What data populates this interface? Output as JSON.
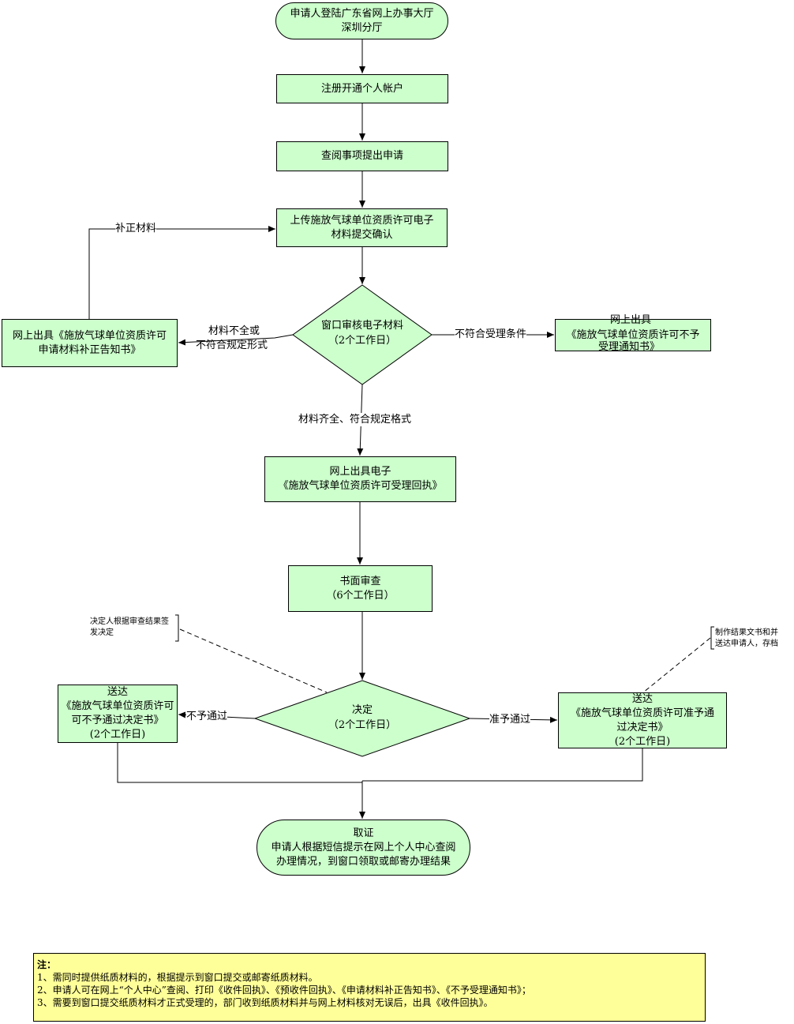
{
  "nodes": {
    "start": [
      "申请人登陆广东省网上办事大厅",
      "深圳分厅"
    ],
    "register": [
      "注册开通个人帐户"
    ],
    "apply": [
      "查阅事项提出申请"
    ],
    "upload": [
      "上传施放气球单位资质许可电子",
      "材料提交确认"
    ],
    "review": [
      "窗口审核电子材料",
      "（2个工作日）"
    ],
    "correction_notice": [
      "网上出具《施放气球单位资质许可",
      "申请材料补正告知书》"
    ],
    "reject_notice": [
      "网上出具",
      "《施放气球单位资质许可不予",
      "受理通知书》"
    ],
    "receipt": [
      "网上出具电子",
      "《施放气球单位资质许可受理回执》"
    ],
    "written_review": [
      "书面审查",
      "（6个工作日）"
    ],
    "decision": [
      "决定",
      "（2个工作日）"
    ],
    "deliver_deny": [
      "送达",
      "《施放气球单位资质许可",
      "可不予通过决定书》",
      "(2个工作日)"
    ],
    "deliver_approve": [
      "送达",
      "《施放气球单位资质许可准予通",
      "过决定书》",
      "(2个工作日)"
    ],
    "collect": [
      "取证",
      "申请人根据短信提示在网上个人中心查阅",
      "办理情况，到窗口领取或邮寄办理结果"
    ]
  },
  "labels": {
    "supplement": "补正材料",
    "incomplete": [
      "材料不全或",
      "不符合规定形式"
    ],
    "not_eligible": "不符合受理条件",
    "complete": "材料齐全、符合规定格式",
    "deny": "不予通过",
    "approve": "准予通过"
  },
  "annotations": {
    "decider": [
      "决定人根据审查结果签",
      "发决定"
    ],
    "produce": [
      "制作结果文书和并",
      "送达申请人，存档"
    ]
  },
  "note": {
    "title": "注：",
    "items": [
      "1、需同时提供纸质材料的，根据提示到窗口提交或邮寄纸质材料。",
      "2、申请人可在网上“个人中心”查阅、打印《收件回执》、《预收件回执》、《申请材料补正告知书》、《不予受理通知书》；",
      "3、需要到窗口提交纸质材料才正式受理的，部门收到纸质材料并与网上材料核对无误后，出具《收件回执》。"
    ]
  },
  "colors": {
    "node_fill": "#ccffcc",
    "note_fill": "#ffff99",
    "line": "#000000"
  }
}
